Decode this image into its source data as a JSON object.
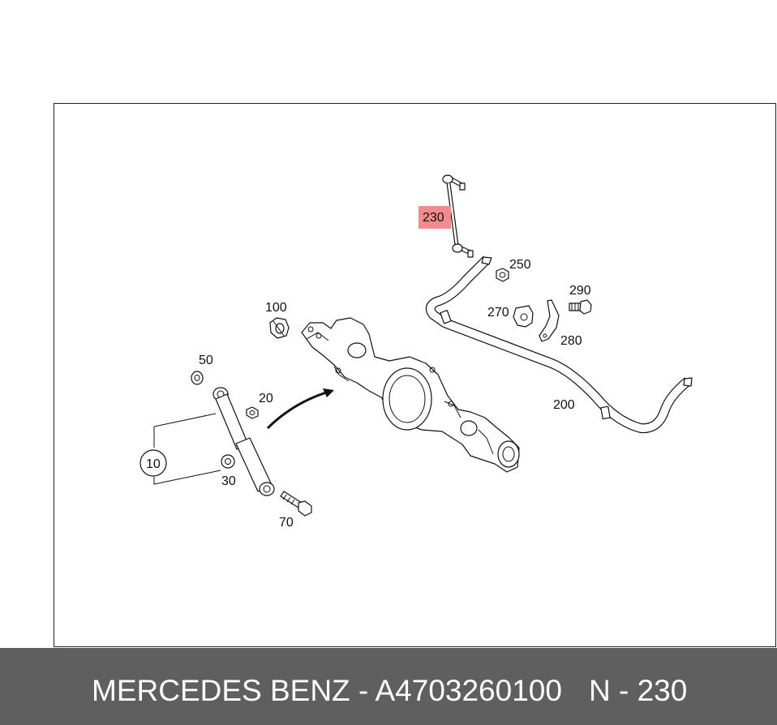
{
  "diagram": {
    "highlight_color": "#f08c8c",
    "highlighted_part": "230",
    "labels": {
      "p10": "10",
      "p20": "20",
      "p30": "30",
      "p50": "50",
      "p70": "70",
      "p100": "100",
      "p200": "200",
      "p230": "230",
      "p250": "250",
      "p270": "270",
      "p280": "280",
      "p290": "290"
    }
  },
  "footer": {
    "brand_part": "MERCEDES BENZ - A4703260100",
    "ref": "N - 230",
    "background": "#5f5f5f"
  }
}
